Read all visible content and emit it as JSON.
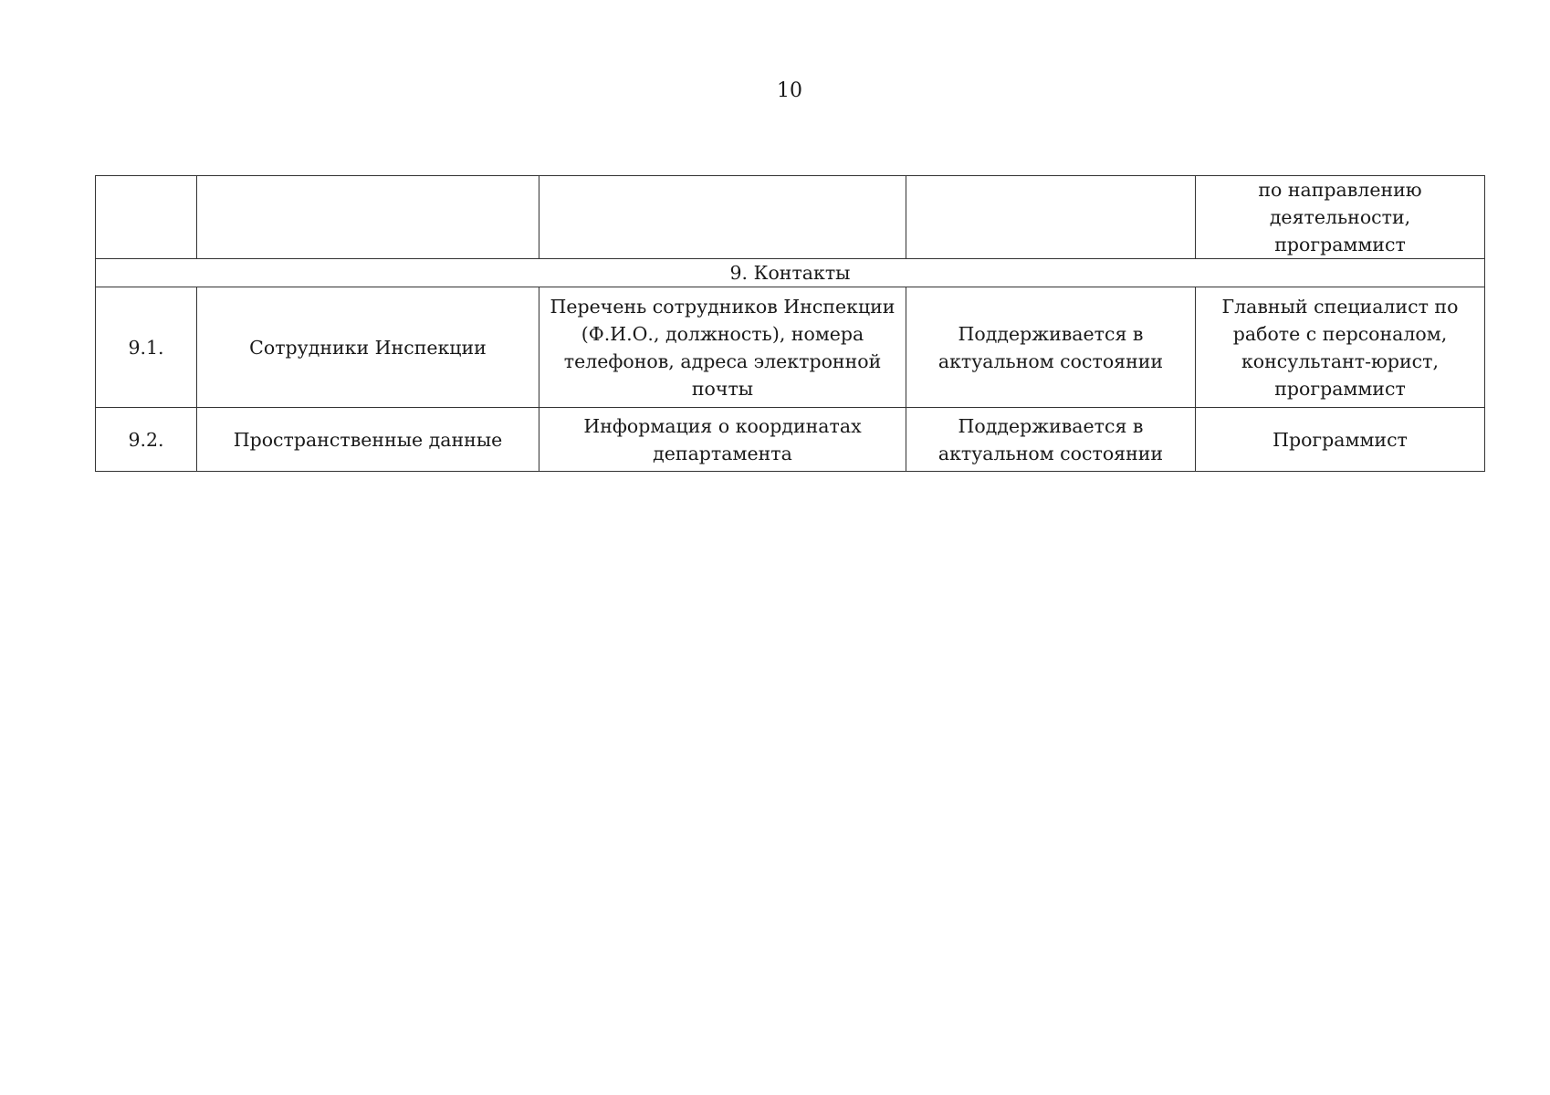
{
  "page": {
    "number": "10"
  },
  "table": {
    "continuation_row": {
      "responsible": "по направлению деятельности, программист"
    },
    "section_title": "9. Контакты",
    "rows": [
      {
        "num": "9.1.",
        "name": "Сотрудники Инспекции",
        "content": "Перечень сотрудников Инспекции (Ф.И.О., должность), номера телефонов, адреса электронной почты",
        "update": "Поддерживается в актуальном состоянии",
        "responsible": "Главный специалист по работе с персоналом, консультант-юрист, программист"
      },
      {
        "num": "9.2.",
        "name": "Пространственные данные",
        "content": "Информация о координатах департамента",
        "update": "Поддерживается в актуальном состоянии",
        "responsible": "Программист"
      }
    ]
  }
}
